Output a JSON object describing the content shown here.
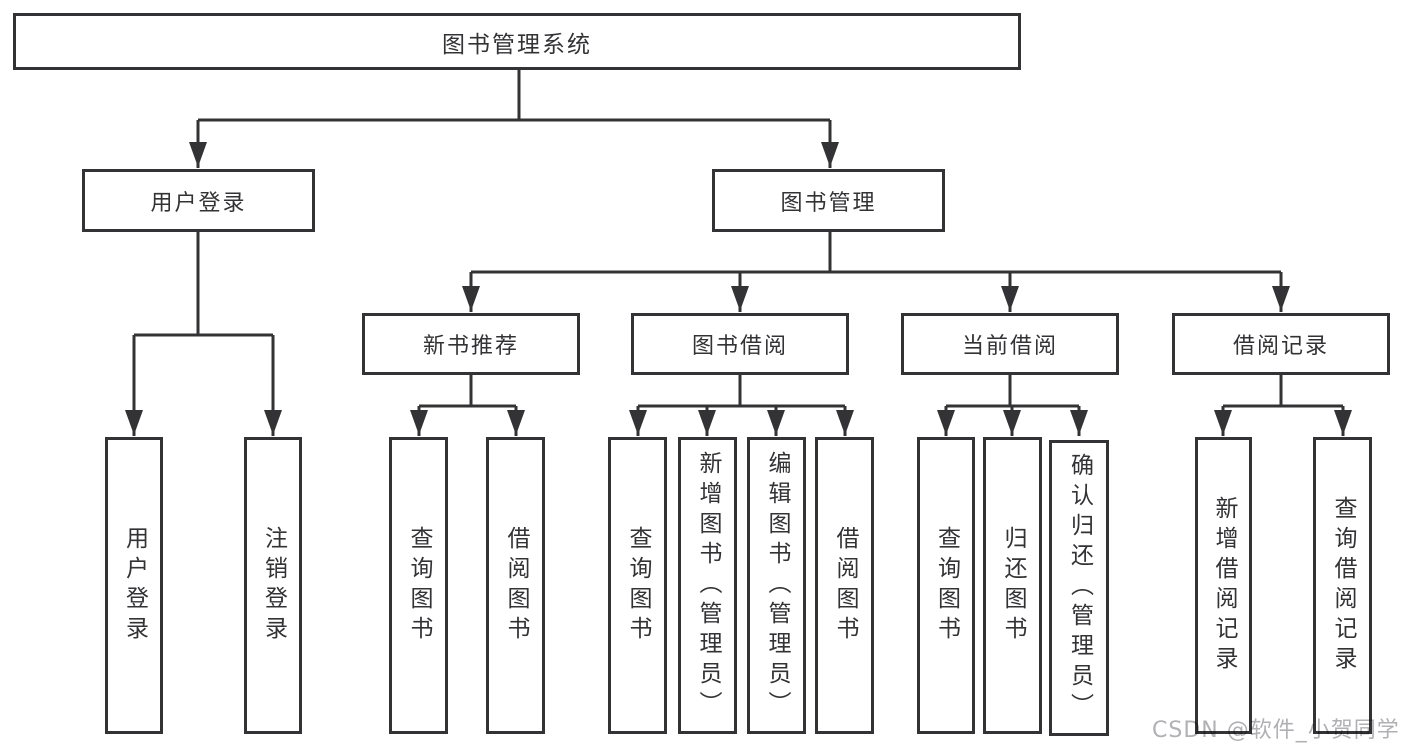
{
  "tree": {
    "label": "图书管理系统",
    "children": [
      {
        "label": "用户登录",
        "children": [
          {
            "label": "用户登录"
          },
          {
            "label": "注销登录"
          }
        ]
      },
      {
        "label": "图书管理",
        "children": [
          {
            "label": "新书推荐",
            "children": [
              {
                "label": "查询图书"
              },
              {
                "label": "借阅图书"
              }
            ]
          },
          {
            "label": "图书借阅",
            "children": [
              {
                "label": "查询图书"
              },
              {
                "label": "新增图书（管理员）"
              },
              {
                "label": "编辑图书（管理员）"
              },
              {
                "label": "借阅图书"
              }
            ]
          },
          {
            "label": "当前借阅",
            "children": [
              {
                "label": "查询图书"
              },
              {
                "label": "归还图书"
              },
              {
                "label": "确认归还（管理员）"
              }
            ]
          },
          {
            "label": "借阅记录",
            "children": [
              {
                "label": "新增借阅记录"
              },
              {
                "label": "查询借阅记录"
              }
            ]
          }
        ]
      }
    ]
  },
  "watermark": {
    "text": "CSDN @软件_小贺同学"
  },
  "colors": {
    "box_border": "#333336",
    "box_text": "#333336",
    "connector_line": "#333336",
    "watermark_text": "#b0b0b5",
    "background": "#ffffff"
  }
}
